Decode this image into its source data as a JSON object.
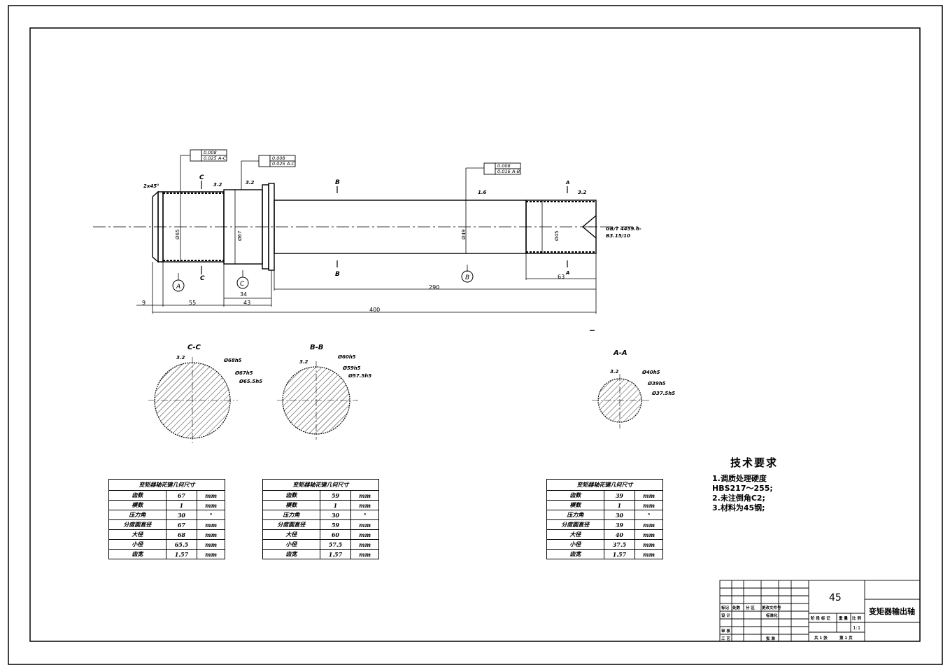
{
  "material": "45",
  "part_name": "变矩器输出轴",
  "scale": "1:1",
  "sheet_total": "共 1 张",
  "sheet_no": "第 1 页",
  "title_block_labels": {
    "mark": "标记",
    "count": "处数",
    "zone": "分 区",
    "change_doc": "更改文件号",
    "design": "设 计",
    "standardize": "标准化",
    "review": "审 核",
    "process": "工 艺",
    "approve": "批 准",
    "stage_mark": "阶 段 标 记",
    "weight": "重 量",
    "ratio": "比 例"
  },
  "tech_requirements": {
    "heading": "技术要求",
    "lines": [
      "1.调质处理硬度",
      "HBS217～255;",
      "2.未注倒角C2;",
      "3.材料为45钢;"
    ]
  },
  "spline_tables": [
    {
      "title": "变矩器轴花键几何尺寸",
      "rows": [
        [
          "齿数",
          "67",
          "mm"
        ],
        [
          "模数",
          "1",
          "mm"
        ],
        [
          "压力角",
          "30",
          "°"
        ],
        [
          "分度圆直径",
          "67",
          "mm"
        ],
        [
          "大径",
          "68",
          "mm"
        ],
        [
          "小径",
          "65.5",
          "mm"
        ],
        [
          "齿宽",
          "1.57",
          "mm"
        ]
      ]
    },
    {
      "title": "变矩器轴花键几何尺寸",
      "rows": [
        [
          "齿数",
          "59",
          "mm"
        ],
        [
          "模数",
          "1",
          "mm"
        ],
        [
          "压力角",
          "30",
          "°"
        ],
        [
          "分度圆直径",
          "59",
          "mm"
        ],
        [
          "大径",
          "60",
          "mm"
        ],
        [
          "小径",
          "57.5",
          "mm"
        ],
        [
          "齿宽",
          "1.57",
          "mm"
        ]
      ]
    },
    {
      "title": "变矩器轴花键几何尺寸",
      "rows": [
        [
          "齿数",
          "39",
          "mm"
        ],
        [
          "模数",
          "1",
          "mm"
        ],
        [
          "压力角",
          "30",
          "°"
        ],
        [
          "分度圆直径",
          "39",
          "mm"
        ],
        [
          "大径",
          "40",
          "mm"
        ],
        [
          "小径",
          "37.5",
          "mm"
        ],
        [
          "齿宽",
          "1.57",
          "mm"
        ]
      ]
    }
  ],
  "dimensions": {
    "d9": "9",
    "d55": "55",
    "d34": "34",
    "d43": "43",
    "d290": "290",
    "d400": "400",
    "d63": "63",
    "chamfer": "2x45°",
    "std_line1": "GB/T 4459.6-",
    "std_line2": "B3.15/10",
    "dia_c": "Ø65",
    "dia_c2": "Ø67",
    "dia_b": "Ø49",
    "dia_a": "Ø45",
    "tol_a": "0.008",
    "tol_b": "0.025",
    "ref_ac": "A-C",
    "ref_ab": "A-B",
    "tol_c": "0.016",
    "rough": "3.2",
    "rough2": "1.6"
  },
  "section_labels": {
    "cc": "C-C",
    "bb": "B-B",
    "aa": "A-A",
    "C": "C",
    "B": "B",
    "A": "A",
    "cc_d1": "Ø68h5",
    "cc_d2": "Ø67h5",
    "cc_d3": "Ø65.5h5",
    "bb_d1": "Ø60h5",
    "bb_d2": "Ø59h5",
    "bb_d3": "Ø57.5h5",
    "aa_d1": "Ø40h5",
    "aa_d2": "Ø39h5",
    "aa_d3": "Ø37.5h5"
  }
}
